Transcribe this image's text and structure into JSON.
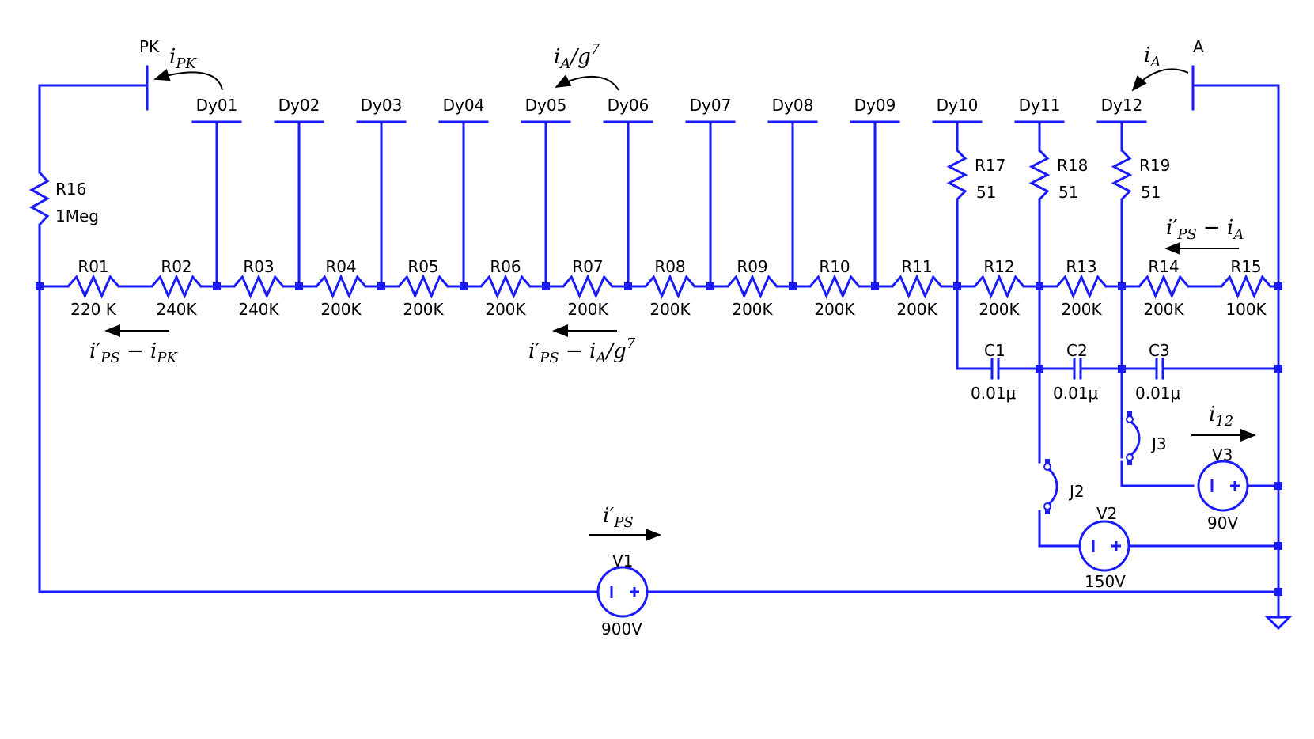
{
  "components": {
    "pk": "PK",
    "anode": "A",
    "dynodes": [
      "Dy01",
      "Dy02",
      "Dy03",
      "Dy04",
      "Dy05",
      "Dy06",
      "Dy07",
      "Dy08",
      "Dy09",
      "Dy10",
      "Dy11",
      "Dy12"
    ],
    "chain_resistors": [
      {
        "name": "R01",
        "value": "220 K"
      },
      {
        "name": "R02",
        "value": "240K"
      },
      {
        "name": "R03",
        "value": "240K"
      },
      {
        "name": "R04",
        "value": "200K"
      },
      {
        "name": "R05",
        "value": "200K"
      },
      {
        "name": "R06",
        "value": "200K"
      },
      {
        "name": "R07",
        "value": "200K"
      },
      {
        "name": "R08",
        "value": "200K"
      },
      {
        "name": "R09",
        "value": "200K"
      },
      {
        "name": "R10",
        "value": "200K"
      },
      {
        "name": "R11",
        "value": "200K"
      },
      {
        "name": "R12",
        "value": "200K"
      },
      {
        "name": "R13",
        "value": "200K"
      },
      {
        "name": "R14",
        "value": "200K"
      },
      {
        "name": "R15",
        "value": "100K"
      }
    ],
    "r16": {
      "name": "R16",
      "value": "1Meg"
    },
    "damping_resistors": [
      {
        "name": "R17",
        "value": "51"
      },
      {
        "name": "R18",
        "value": "51"
      },
      {
        "name": "R19",
        "value": "51"
      }
    ],
    "capacitors": [
      {
        "name": "C1",
        "value": "0.01μ"
      },
      {
        "name": "C2",
        "value": "0.01μ"
      },
      {
        "name": "C3",
        "value": "0.01μ"
      }
    ],
    "jumpers": [
      "J2",
      "J3"
    ],
    "sources": [
      {
        "name": "V1",
        "value": "900V"
      },
      {
        "name": "V2",
        "value": "150V"
      },
      {
        "name": "V3",
        "value": "90V"
      }
    ]
  },
  "currents": {
    "i_pk": {
      "main": "i",
      "sub": "PK"
    },
    "i_a_g7": {
      "pre": "i",
      "sub": "A",
      "post": "/g",
      "sup": "7"
    },
    "i_a": {
      "main": "i",
      "sub": "A"
    },
    "ips_minus_ia": {
      "pre": "i′",
      "sub1": "PS",
      "mid": " − i",
      "sub2": "A"
    },
    "ips_minus_ipk": {
      "pre": "i′",
      "sub1": "PS",
      "mid": " − i",
      "sub2": "PK"
    },
    "ips_minus_ia_g7": {
      "pre": "i′",
      "sub1": "PS",
      "mid": " − i",
      "sub2": "A",
      "post": "/g",
      "sup": "7"
    },
    "i_12": {
      "main": "i",
      "sub": "12"
    },
    "i_ps": {
      "pre": "i′",
      "sub": "PS"
    }
  }
}
